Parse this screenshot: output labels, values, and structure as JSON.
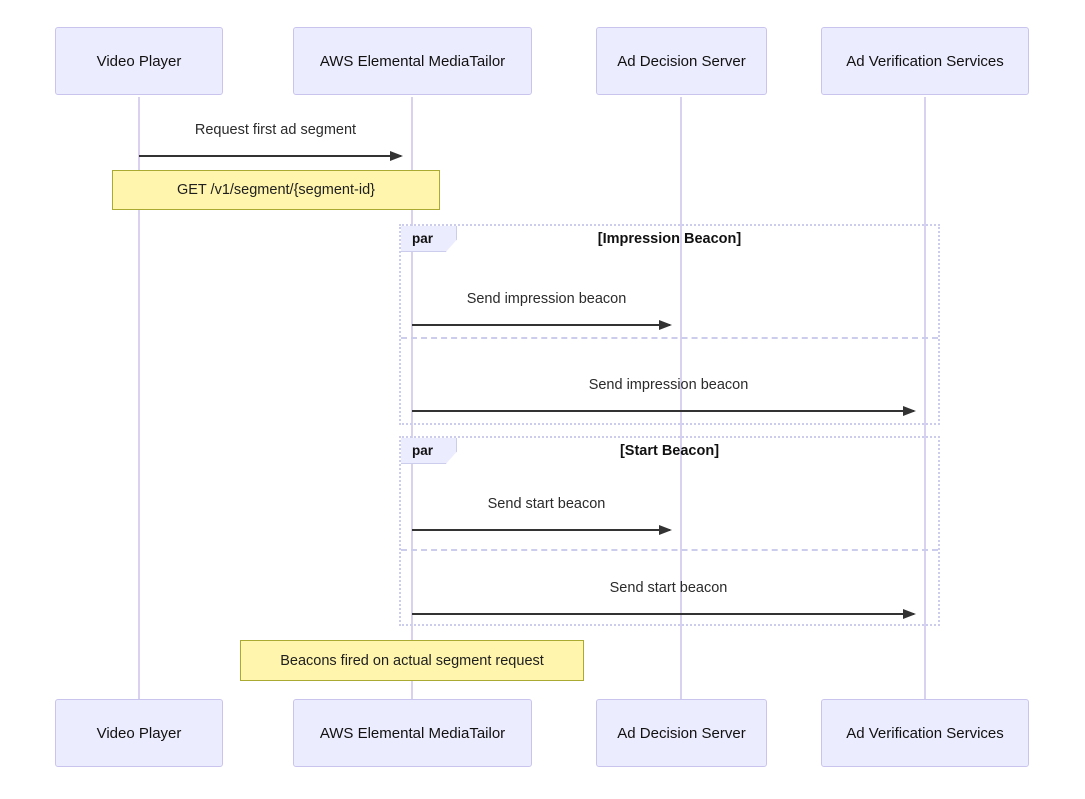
{
  "diagram_type": "sequence-diagram",
  "participants": [
    {
      "name": "Video Player"
    },
    {
      "name": "AWS Elemental MediaTailor"
    },
    {
      "name": "Ad Decision Server"
    },
    {
      "name": "Ad Verification Services"
    }
  ],
  "messages": [
    {
      "from": "Video Player",
      "to": "AWS Elemental MediaTailor",
      "label": "Request first ad segment",
      "arrow": "solid-filled"
    },
    {
      "from": "AWS Elemental MediaTailor",
      "to": "Ad Decision Server",
      "label": "Send impression beacon",
      "arrow": "solid-filled"
    },
    {
      "from": "AWS Elemental MediaTailor",
      "to": "Ad Verification Services",
      "label": "Send impression beacon",
      "arrow": "solid-filled"
    },
    {
      "from": "AWS Elemental MediaTailor",
      "to": "Ad Decision Server",
      "label": "Send start beacon",
      "arrow": "solid-filled"
    },
    {
      "from": "AWS Elemental MediaTailor",
      "to": "Ad Verification Services",
      "label": "Send start beacon",
      "arrow": "solid-filled"
    }
  ],
  "notes": [
    {
      "text": "GET /v1/segment/{segment-id}",
      "over": "Video Player, AWS Elemental MediaTailor"
    },
    {
      "text": "Beacons fired on actual segment request",
      "over": "AWS Elemental MediaTailor"
    }
  ],
  "par_blocks": [
    {
      "label": "par",
      "condition": "[Impression Beacon]"
    },
    {
      "label": "par",
      "condition": "[Start Beacon]"
    }
  ],
  "colors": {
    "actor_fill": "#ECECFF",
    "actor_border": "#C9C4EE",
    "lifeline": "#D8D2F0",
    "note_fill": "#FFF5AD",
    "note_border": "#AAAA33",
    "frame_border": "#CCCCEC",
    "message_line": "#333333",
    "text": "#1F1F1F"
  }
}
